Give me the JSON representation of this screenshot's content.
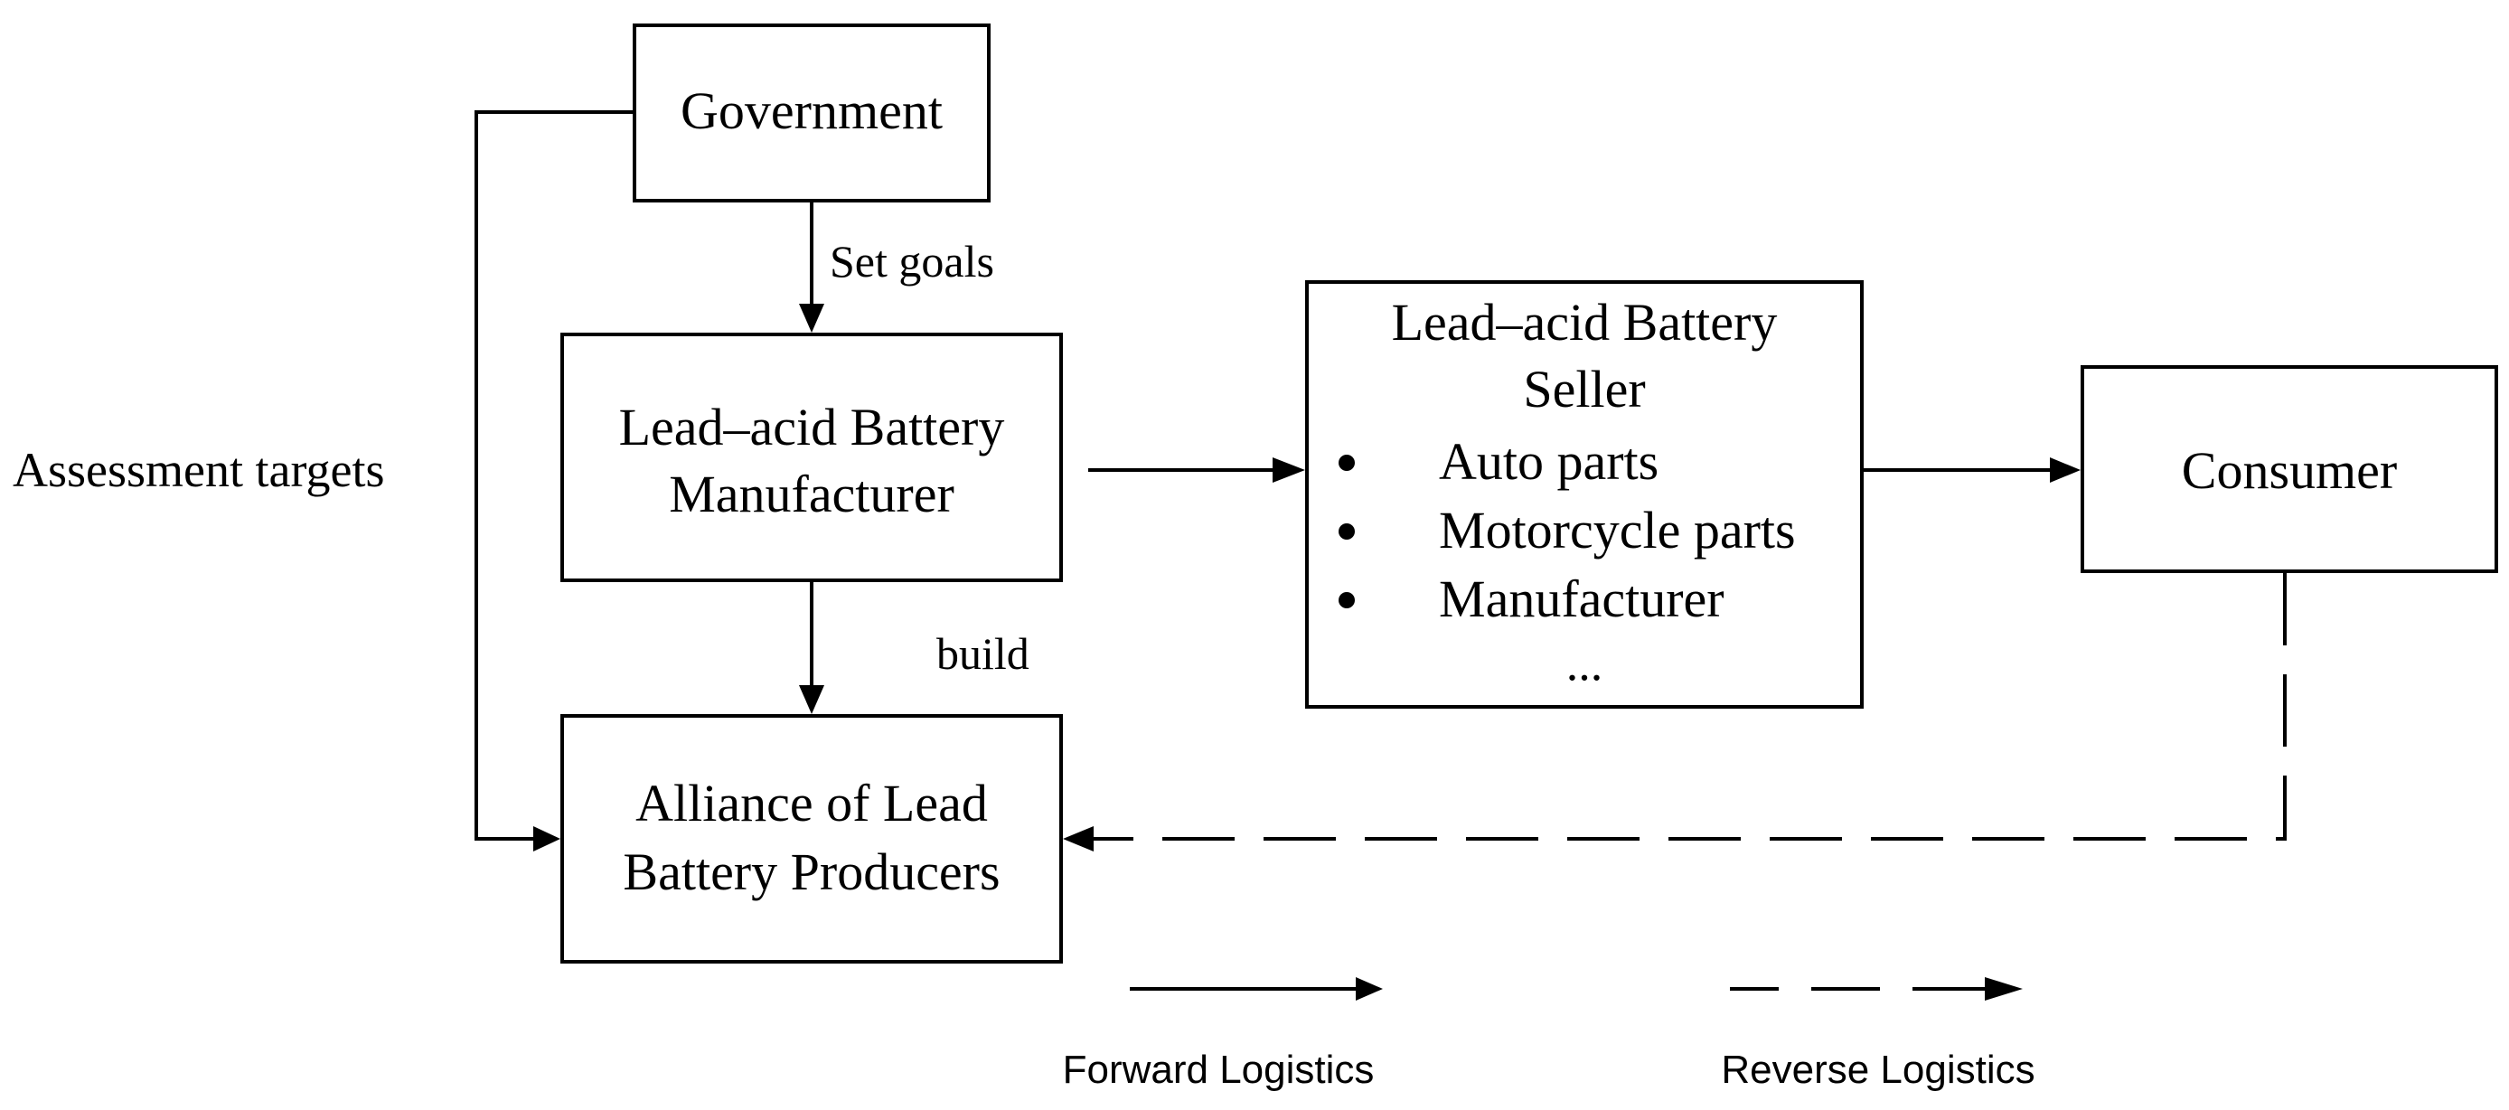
{
  "nodes": {
    "government": {
      "label": "Government"
    },
    "manufacturer": {
      "line1": "Lead–acid Battery",
      "line2": "Manufacturer"
    },
    "alliance": {
      "line1": "Alliance of Lead",
      "line2": "Battery Producers"
    },
    "seller": {
      "line1": "Lead–acid Battery",
      "line2": "Seller",
      "items": [
        "Auto parts",
        "Motorcycle parts",
        "Manufacturer"
      ],
      "ellipsis": "..."
    },
    "consumer": {
      "label": "Consumer"
    }
  },
  "edges": {
    "set_goals": "Set goals",
    "build": "build",
    "assessment_targets": "Assessment targets"
  },
  "legend": {
    "forward": "Forward Logistics",
    "reverse": "Reverse Logistics"
  }
}
